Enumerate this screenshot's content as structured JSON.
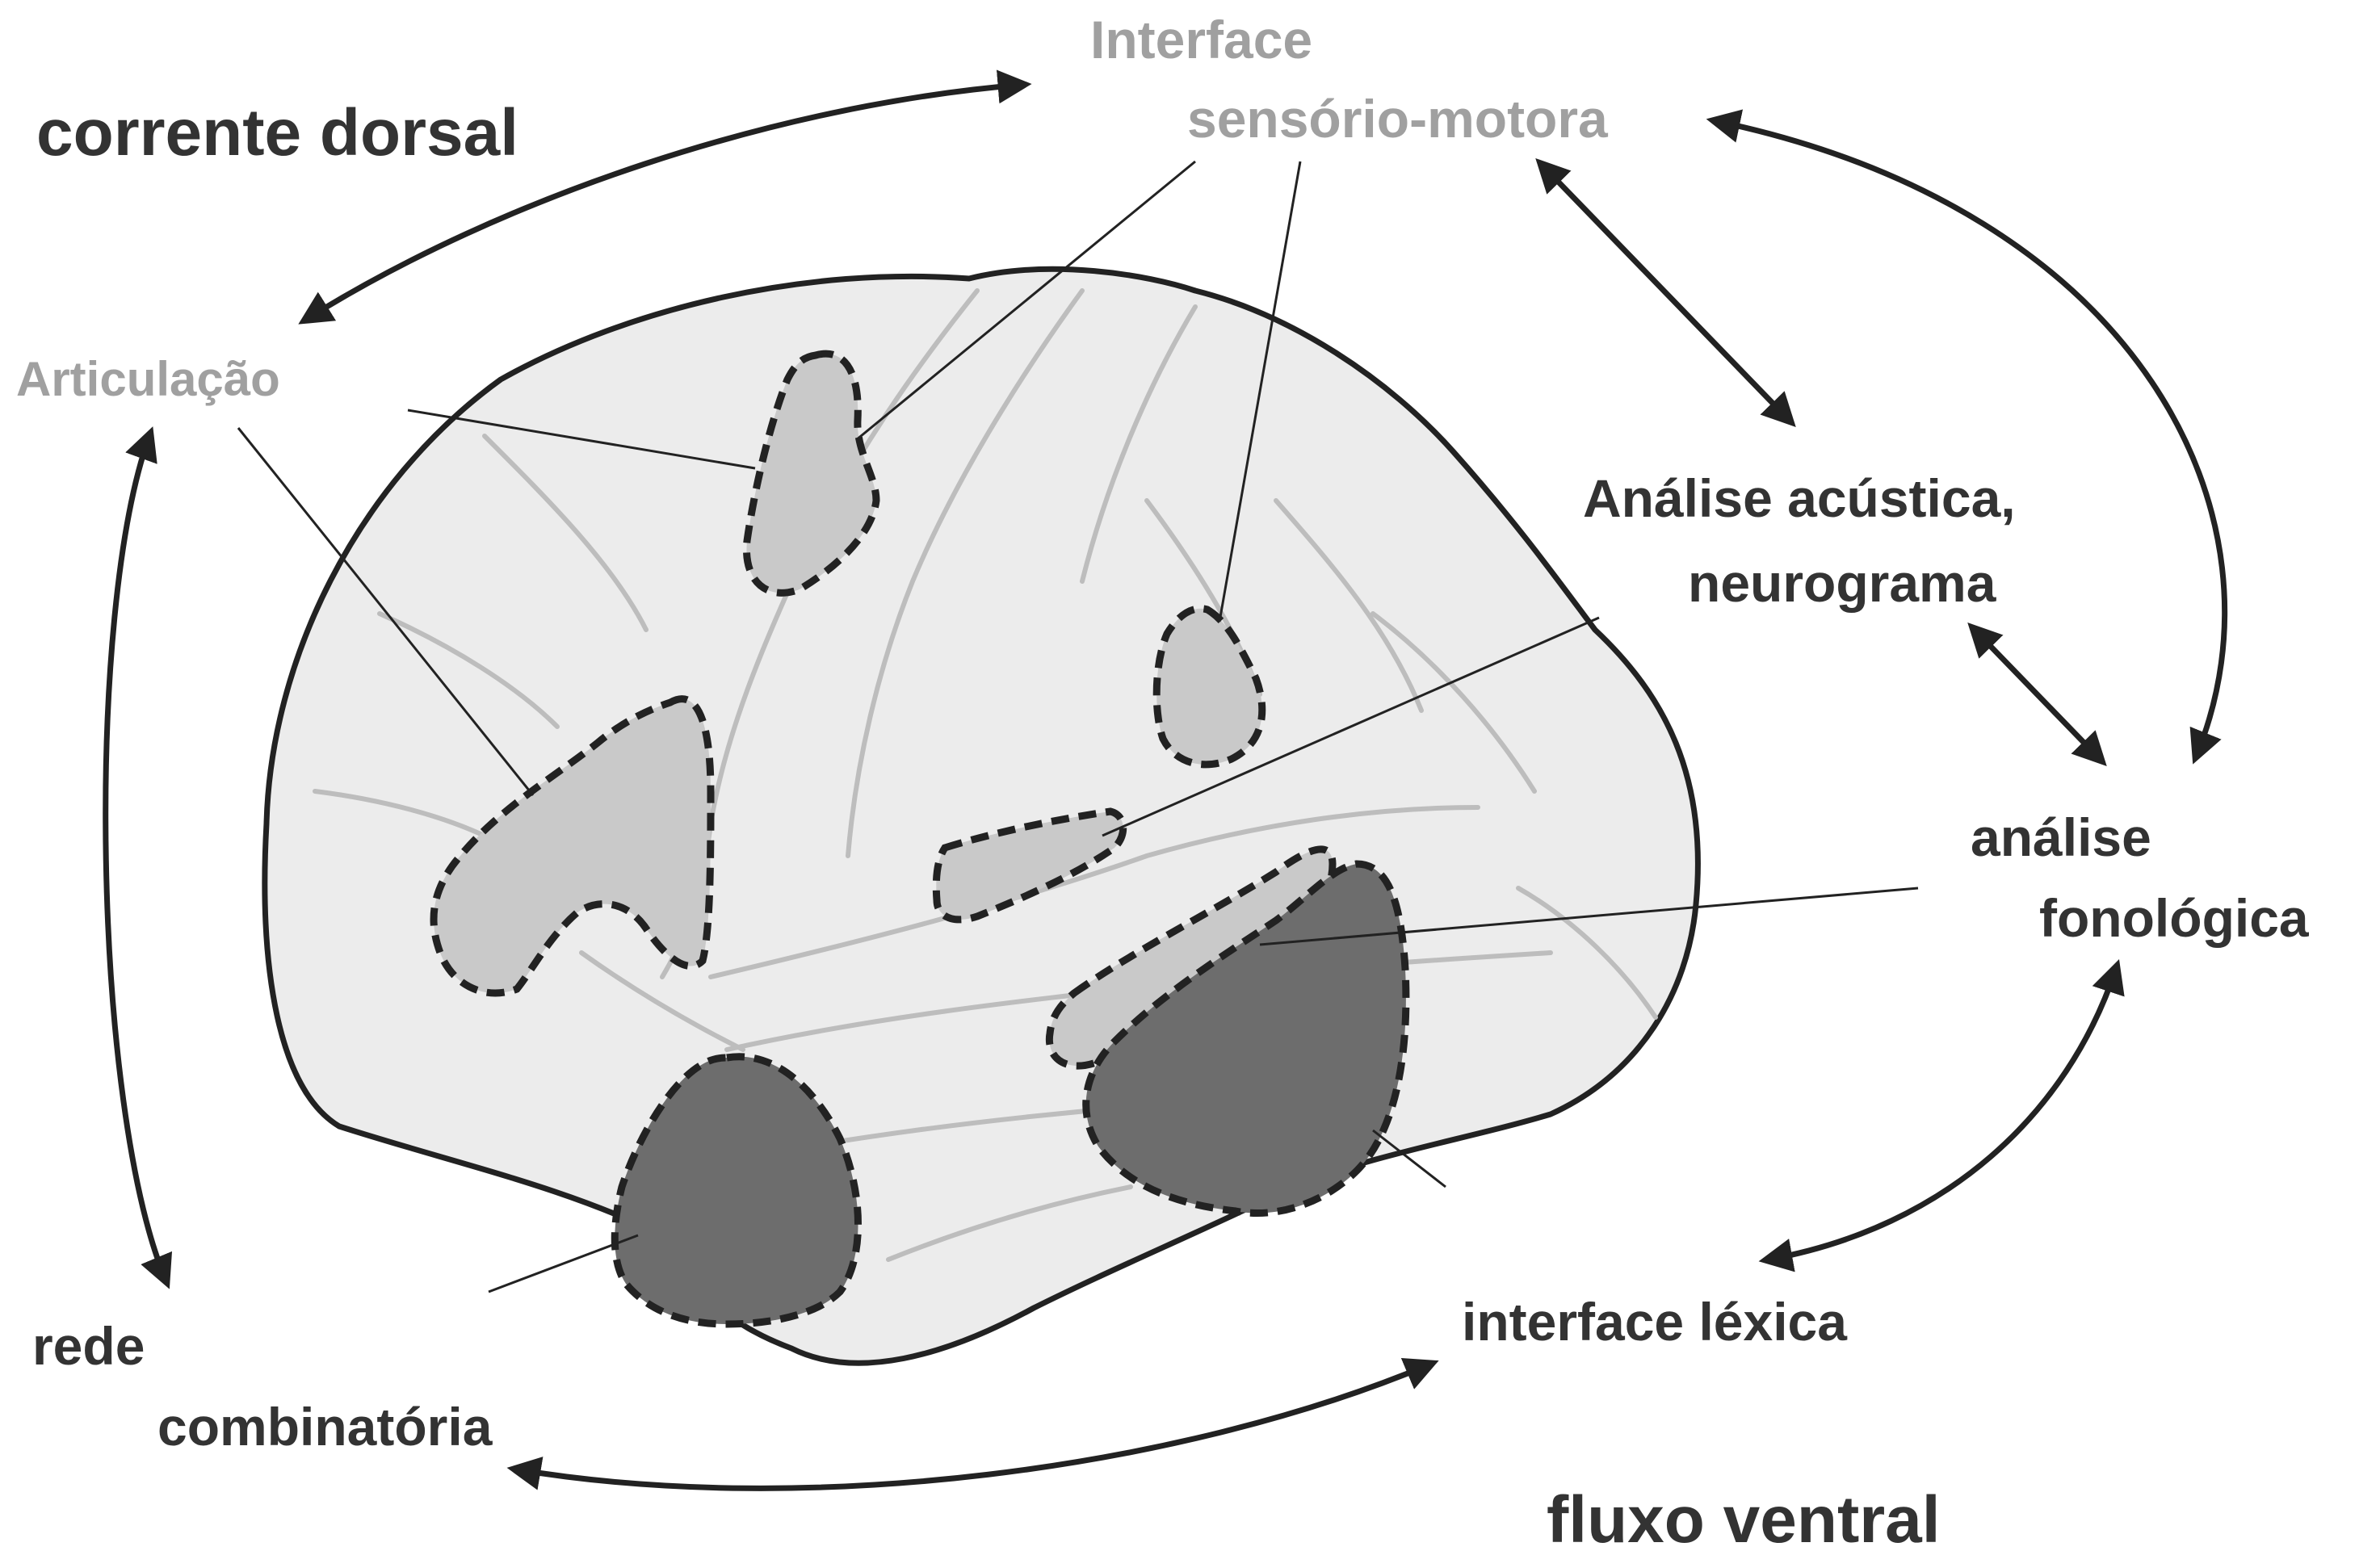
{
  "labels": {
    "dorsal_stream": "corrente dorsal",
    "ventral_stream": "fluxo ventral",
    "sensorimotor_interface_line1": "Interface",
    "sensorimotor_interface_line2": "sensório-motora",
    "articulation": "Articulação",
    "acoustic_analysis_line1": "Análise acústica,",
    "acoustic_analysis_line2": "neurograma",
    "phonological_analysis_line1": "análise",
    "phonological_analysis_line2": "fonológica",
    "lexical_interface": "interface léxica",
    "combinatorial_network_line1": "rede",
    "combinatorial_network_line2": "combinatória"
  },
  "colors": {
    "text_dark": "#333333",
    "text_gray": "#a0a0a0",
    "brain_fill": "#ececec",
    "region_light": "#c9c9c9",
    "region_dark": "#6d6d6d",
    "outline": "#222222"
  }
}
